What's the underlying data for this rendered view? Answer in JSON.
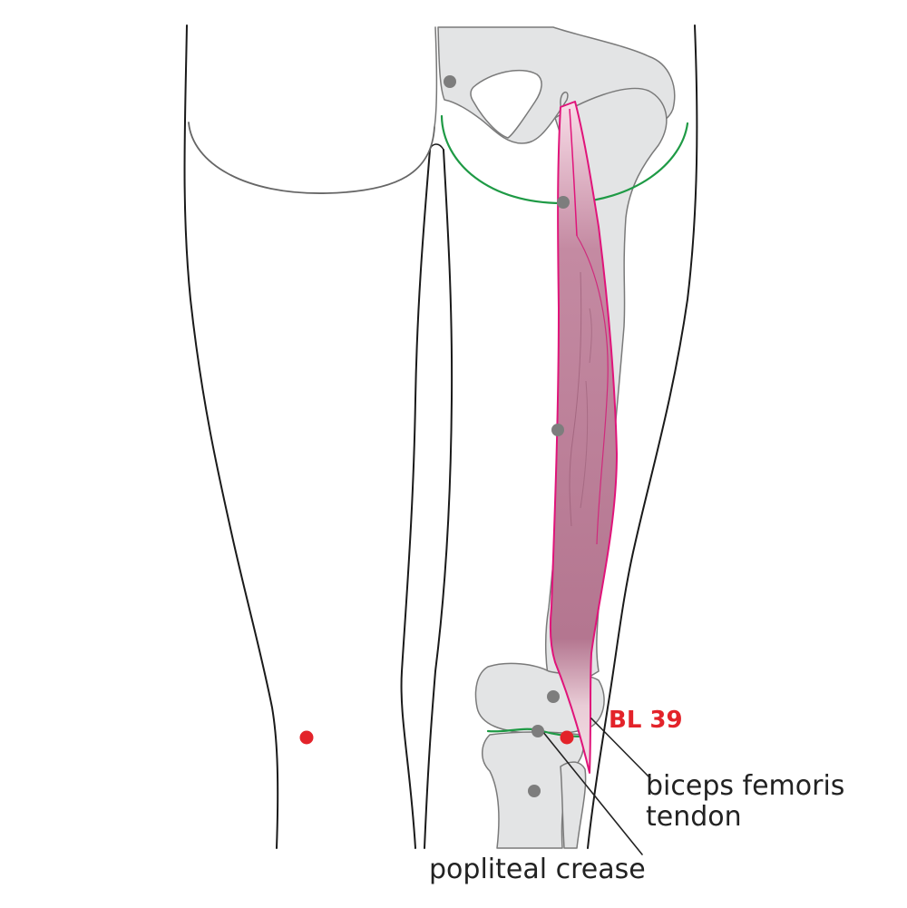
{
  "labels": {
    "acupoint": "BL 39",
    "tendon_line1": "biceps femoris",
    "tendon_line2": "tendon",
    "crease": "popliteal crease"
  },
  "colors": {
    "outline": "#1a1a1a",
    "bone_fill": "#e3e4e5",
    "bone_stroke": "#7a7a7a",
    "landmark": "#7d7d7d",
    "acupoint": "#e3232a",
    "muscle_stroke": "#e0147a",
    "muscle_fill": "#b57590",
    "muscle_pale": "#f7d8e4",
    "crease_line": "#1e9a45"
  },
  "icons": {
    "acupoint": "red-dot",
    "landmark": "grey-dot"
  }
}
